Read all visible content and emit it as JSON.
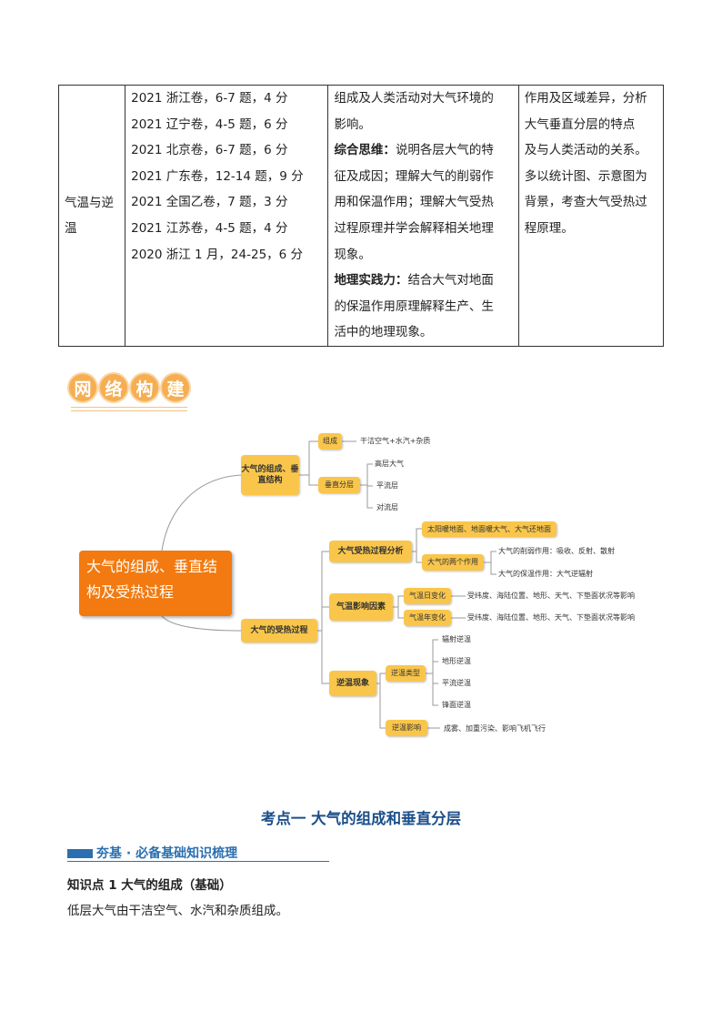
{
  "exam_table": {
    "topic": "气温与逆温",
    "exam_items": [
      "2021 浙江卷，6-7 题，4 分",
      "2021 辽宁卷，4-5 题，6 分",
      "2021 北京卷，6-7 题，6 分",
      "2021 广东卷，12-14 题，9 分",
      "2021 全国乙卷，7 题，3 分",
      "2021 江苏卷，4-5 题，4 分",
      "2020 浙江 1 月，24-25，6 分"
    ],
    "requirements": {
      "line1": "组成及人类活动对大气环境的",
      "line2": "影响。",
      "thinking_label": "综合思维：",
      "thinking_l1": "说明各层大气的特",
      "thinking_l2": "征及成因；理解大气的削弱作",
      "thinking_l3": "用和保温作用；理解大气受热",
      "thinking_l4": "过程原理并学会解释相关地理",
      "thinking_l5": "现象。",
      "practice_label": "地理实践力：",
      "practice_l1": "结合大气对地面",
      "practice_l2": "的保温作用原理解释生产、生",
      "practice_l3": "活中的地理现象。"
    },
    "analysis": [
      "作用及区域差异，分析",
      "大气垂直分层的特点",
      "及与人类活动的关系。",
      "多以统计图、示意图为",
      "背景，考查大气受热过",
      "程原理。"
    ]
  },
  "network_heading": [
    "网",
    "络",
    "构",
    "建"
  ],
  "mindmap": {
    "root": "大气的组成、垂直结构及受热过程",
    "branch1": "大气的组成、垂直结构",
    "composition": "组成",
    "composition_leaf": "干洁空气+水汽+杂质",
    "layers": "垂直分层",
    "layer_leaves": [
      "高层大气",
      "平流层",
      "对流层"
    ],
    "branch2": "大气的受热过程",
    "heating": "大气受热过程分析",
    "heating_leaf": "太阳暖地面、地面暖大气、大气还地面",
    "two_effects": "大气的两个作用",
    "weaken": "大气的削弱作用：吸收、反射、散射",
    "warm": "大气的保温作用：大气逆辐射",
    "factors": "气温影响因素",
    "daily": "气温日变化",
    "daily_leaf": "受纬度、海陆位置、地形、天气、下垫面状况等影响",
    "annual": "气温年变化",
    "annual_leaf": "受纬度、海陆位置、地形、天气、下垫面状况等影响",
    "inversion": "逆温现象",
    "inv_types": "逆温类型",
    "inv_type_leaves": [
      "辐射逆温",
      "地形逆温",
      "平流逆温",
      "锋面逆温"
    ],
    "inv_effects": "逆温影响",
    "inv_effect_leaf": "成雾、加重污染、影响飞机飞行"
  },
  "section_title": "考点一  大气的组成和垂直分层",
  "sub_title": "夯基 · 必备基础知识梳理",
  "knowledge_point": "知识点 1  大气的组成（基础）",
  "paragraph": "低层大气由干洁空气、水汽和杂质组成。"
}
